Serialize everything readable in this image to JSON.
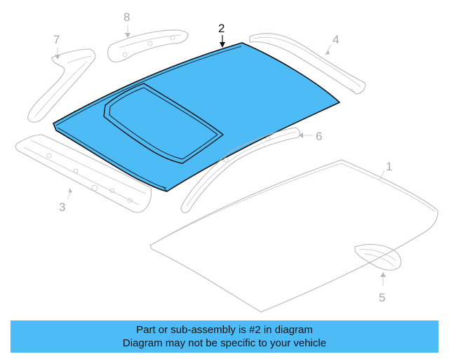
{
  "diagram": {
    "callouts": [
      "1",
      "2",
      "3",
      "4",
      "5",
      "6",
      "7",
      "8"
    ],
    "highlight_part": "2",
    "colors": {
      "highlight": "#4dbbf5",
      "outline": "#b8b8b8",
      "banner": "#4dbbf5"
    }
  },
  "banner": {
    "line1": "Part or sub-assembly is #2 in diagram",
    "line2": "Diagram may not be specific to your vehicle"
  }
}
